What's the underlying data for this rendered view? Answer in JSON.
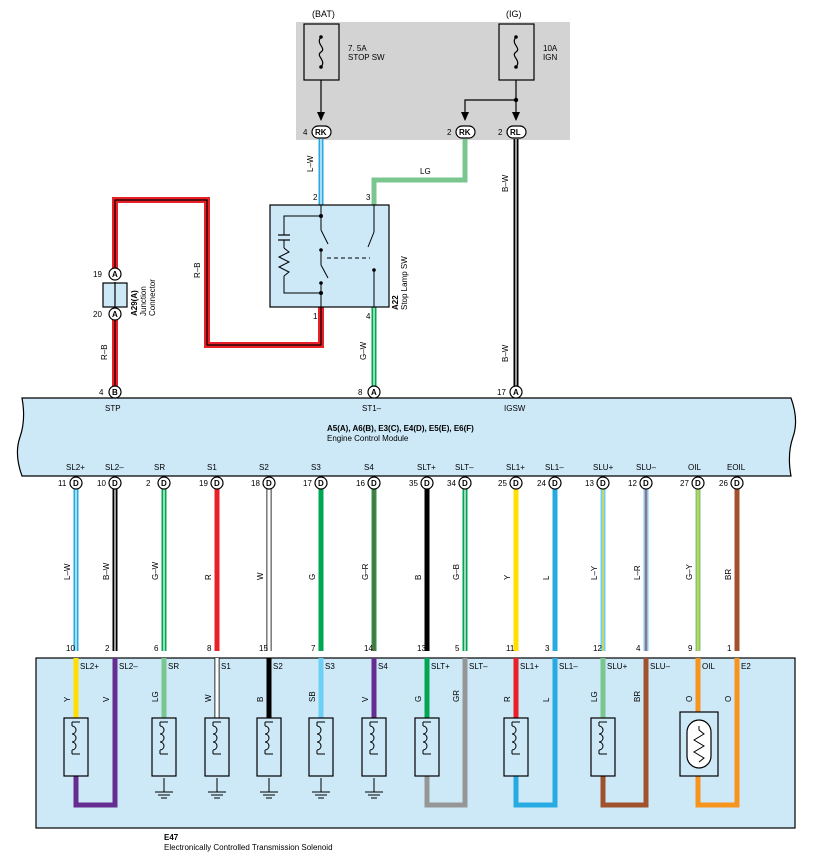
{
  "top": {
    "bat": {
      "label": "(BAT)",
      "fuse_line1": "7. 5A",
      "fuse_line2": "STOP SW"
    },
    "ig": {
      "label": "(IG)",
      "fuse_line1": "10A",
      "fuse_line2": "IGN"
    },
    "connectors": [
      {
        "pin": "4",
        "code": "RK"
      },
      {
        "pin": "2",
        "code": "RK"
      },
      {
        "pin": "2",
        "code": "RL"
      }
    ]
  },
  "wires_upper": {
    "lw": "L–W",
    "lg": "LG",
    "bw_top": "B–W",
    "bw_bottom": "B–W",
    "rb_left": "R–B",
    "rb_mid": "R–B",
    "gw": "G–W"
  },
  "stop_lamp_sw": {
    "code": "A22",
    "name": "Stop Lamp SW",
    "pins": {
      "p2": "2",
      "p3": "3",
      "p1": "1",
      "p4": "4"
    }
  },
  "junction": {
    "code": "A29(A)",
    "name_line1": "Junction",
    "name_line2": "Connector",
    "pin_top": "19",
    "pin_bottom": "20",
    "letter": "A"
  },
  "ecm": {
    "codes": "A5(A), A6(B), E3(C), E4(D), E5(E), E6(F)",
    "name": "Engine Control Module",
    "top_pins": [
      {
        "pin": "4",
        "letter": "B",
        "label": "STP"
      },
      {
        "pin": "8",
        "letter": "A",
        "label": "ST1–"
      },
      {
        "pin": "17",
        "letter": "A",
        "label": "IGSW"
      }
    ],
    "bottom_pins": [
      {
        "pin": "11",
        "letter": "D",
        "label": "SL2+",
        "wire": "L–W",
        "spin": "10",
        "slabel": "SL2+",
        "scolor": "Y"
      },
      {
        "pin": "10",
        "letter": "D",
        "label": "SL2–",
        "wire": "B–W",
        "spin": "2",
        "slabel": "SL2–",
        "scolor": "V"
      },
      {
        "pin": "2",
        "letter": "D",
        "label": "SR",
        "wire": "G–W",
        "spin": "6",
        "slabel": "SR",
        "scolor": "LG"
      },
      {
        "pin": "19",
        "letter": "D",
        "label": "S1",
        "wire": "R",
        "spin": "8",
        "slabel": "S1",
        "scolor": "W"
      },
      {
        "pin": "18",
        "letter": "D",
        "label": "S2",
        "wire": "W",
        "spin": "15",
        "slabel": "S2",
        "scolor": "B"
      },
      {
        "pin": "17",
        "letter": "D",
        "label": "S3",
        "wire": "G",
        "spin": "7",
        "slabel": "S3",
        "scolor": "SB"
      },
      {
        "pin": "16",
        "letter": "D",
        "label": "S4",
        "wire": "G–R",
        "spin": "14",
        "slabel": "S4",
        "scolor": "V"
      },
      {
        "pin": "35",
        "letter": "D",
        "label": "SLT+",
        "wire": "B",
        "spin": "13",
        "slabel": "SLT+",
        "scolor": "G"
      },
      {
        "pin": "34",
        "letter": "D",
        "label": "SLT–",
        "wire": "G–B",
        "spin": "5",
        "slabel": "SLT–",
        "scolor": "GR"
      },
      {
        "pin": "25",
        "letter": "D",
        "label": "SL1+",
        "wire": "Y",
        "spin": "11",
        "slabel": "SL1+",
        "scolor": "R"
      },
      {
        "pin": "24",
        "letter": "D",
        "label": "SL1–",
        "wire": "L",
        "spin": "3",
        "slabel": "SL1–",
        "scolor": "L"
      },
      {
        "pin": "13",
        "letter": "D",
        "label": "SLU+",
        "wire": "L–Y",
        "spin": "12",
        "slabel": "SLU+",
        "scolor": "LG"
      },
      {
        "pin": "12",
        "letter": "D",
        "label": "SLU–",
        "wire": "L–R",
        "spin": "4",
        "slabel": "SLU–",
        "scolor": "BR"
      },
      {
        "pin": "27",
        "letter": "D",
        "label": "OIL",
        "wire": "G–Y",
        "spin": "9",
        "slabel": "OIL",
        "scolor": "O"
      },
      {
        "pin": "26",
        "letter": "D",
        "label": "EOIL",
        "wire": "BR",
        "spin": "1",
        "slabel": "E2",
        "scolor": "O"
      }
    ]
  },
  "solenoid": {
    "code": "E47",
    "name": "Electronically Controlled Transmission Solenoid"
  },
  "colors": {
    "panel_gray": "#d3d3d3",
    "box_blue": "#cde9f8",
    "ecm_blue": "#cde9f8",
    "red": "#e82027",
    "blue": "#27aae1",
    "green": "#00a651",
    "lightgreen": "#7ac68f",
    "yellow": "#ffde00",
    "purple": "#662d91",
    "gray": "#969696",
    "brown": "#a0522d",
    "orange": "#f7941d",
    "skyblue": "#6dcff6"
  }
}
